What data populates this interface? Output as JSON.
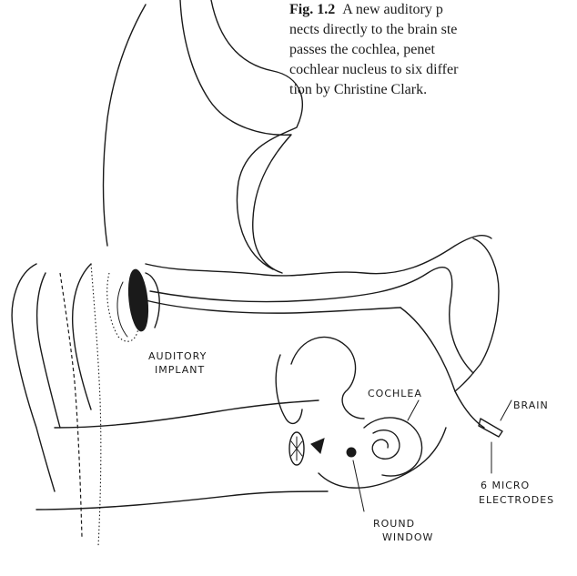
{
  "caption": {
    "figure_label": "Fig. 1.2",
    "lines": [
      "A new auditory p",
      "nects directly to the brain ste",
      "passes the cochlea, penet",
      "cochlear nucleus to six differ",
      "tion by Christine Clark."
    ]
  },
  "labels": {
    "implant_line1": "AUDITORY",
    "implant_line2": "IMPLANT",
    "cochlea": "COCHLEA",
    "brain": "BRAIN",
    "electrodes_line1": "6 MICRO",
    "electrodes_line2": "ELECTRODES",
    "round_window_line1": "ROUND",
    "round_window_line2": "WINDOW"
  }
}
